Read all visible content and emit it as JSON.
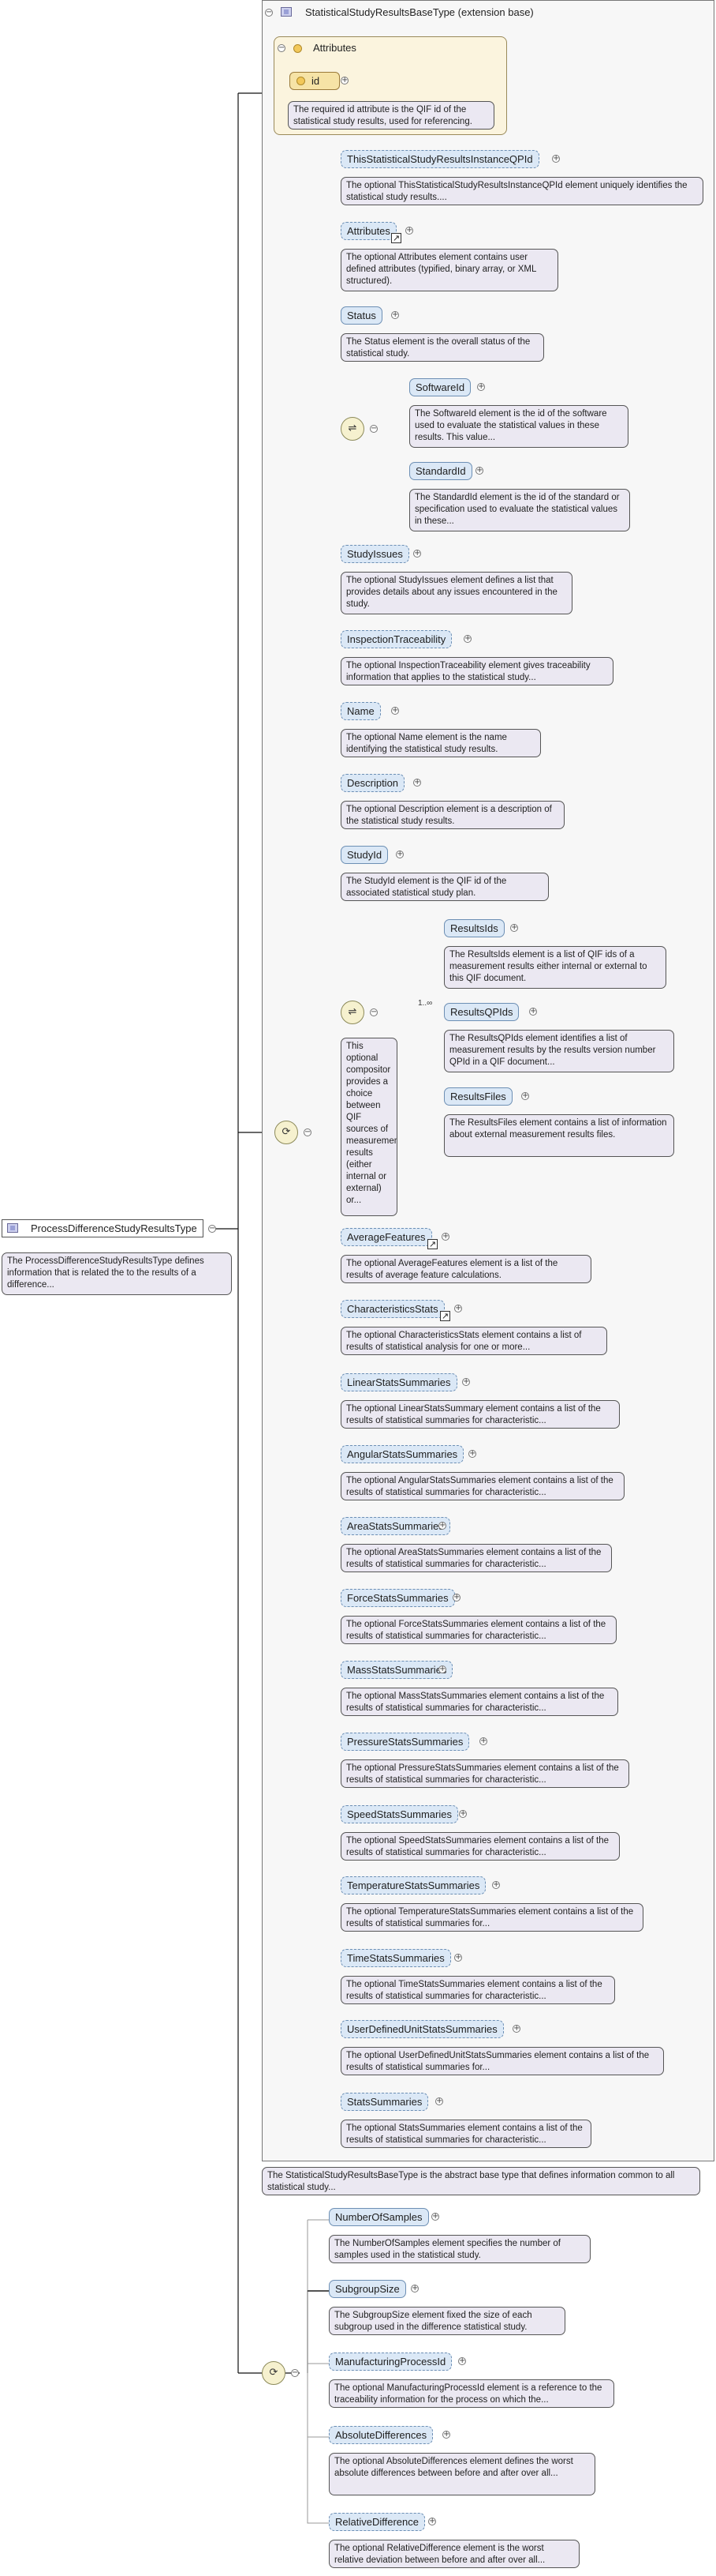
{
  "root": {
    "name": "ProcessDifferenceStudyResultsType",
    "desc": "The ProcessDifferenceStudyResultsType defines information that is related the to the results of a difference..."
  },
  "ext": {
    "title": "StatisticalStudyResultsBaseType (extension base)",
    "bottom_desc": "The StatisticalStudyResultsBaseType is the abstract base type that defines information common to all statistical study..."
  },
  "attributes": {
    "title": "Attributes",
    "id_label": "id",
    "id_desc": "The required id attribute is the QIF id of the statistical study results, used for referencing."
  },
  "choice": {
    "mult": "1..∞"
  },
  "elements": [
    {
      "name": "ThisStatisticalStudyResultsInstanceQPId",
      "desc": "The optional ThisStatisticalStudyResultsInstanceQPId element uniquely identifies the statistical study results...."
    },
    {
      "name": "Attributes",
      "desc": "The optional Attributes element contains user defined attributes (typified, binary array, or XML structured)."
    },
    {
      "name": "Status",
      "desc": "The Status element is the overall status of the statistical study."
    },
    {
      "name": "SoftwareId",
      "desc": "The SoftwareId element is the id of the software used to evaluate the statistical values in these results. This value..."
    },
    {
      "name": "StandardId",
      "desc": "The StandardId element is the id of the standard or specification used to evaluate the statistical values in these..."
    },
    {
      "name": "StudyIssues",
      "desc": "The optional StudyIssues element defines a list that provides details about any issues encountered in the study."
    },
    {
      "name": "InspectionTraceability",
      "desc": "The optional InspectionTraceability element gives traceability information that applies to the statistical study..."
    },
    {
      "name": "Name",
      "desc": "The optional Name element is the name identifying the statistical study results."
    },
    {
      "name": "Description",
      "desc": "The optional Description element is a description of the statistical study results."
    },
    {
      "name": "StudyId",
      "desc": "The StudyId element is the QIF id of the associated statistical study plan."
    },
    {
      "name": "ResultsIds",
      "desc": "The ResultsIds element is a list of QIF ids of a measurement results either internal or external to this QIF document."
    },
    {
      "name": "ResultsQPIds",
      "desc": "The ResultsQPIds element identifies a list of measurement results by the results version number QPId in a QIF document..."
    },
    {
      "name": "ResultsFiles",
      "desc": "The ResultsFiles element contains a list of information about external measurement results files."
    },
    {
      "name": "AverageFeatures",
      "desc": "The optional AverageFeatures element is a list of the results of average feature calculations."
    },
    {
      "name": "CharacteristicsStats",
      "desc": "The optional CharacteristicsStats element contains a list of results of statistical analysis for one or more..."
    },
    {
      "name": "LinearStatsSummaries",
      "desc": "The optional LinearStatsSummary element contains a list of the results of statistical summaries for characteristic..."
    },
    {
      "name": "AngularStatsSummaries",
      "desc": "The optional AngularStatsSummaries element contains a list of the results of statistical summaries for characteristic..."
    },
    {
      "name": "AreaStatsSummaries",
      "desc": "The optional AreaStatsSummaries element contains a list of the results of statistical summaries for characteristic..."
    },
    {
      "name": "ForceStatsSummaries",
      "desc": "The optional ForceStatsSummaries element contains a list of the results of statistical summaries for characteristic..."
    },
    {
      "name": "MassStatsSummaries",
      "desc": "The optional MassStatsSummaries element contains a list of the results of statistical summaries for characteristic..."
    },
    {
      "name": "PressureStatsSummaries",
      "desc": "The optional PressureStatsSummaries element contains a list of the results of statistical summaries for characteristic..."
    },
    {
      "name": "SpeedStatsSummaries",
      "desc": "The optional SpeedStatsSummaries element contains a list of the results of statistical summaries for characteristic..."
    },
    {
      "name": "TemperatureStatsSummaries",
      "desc": "The optional TemperatureStatsSummaries element contains a list of the results of statistical summaries for..."
    },
    {
      "name": "TimeStatsSummaries",
      "desc": "The optional TimeStatsSummaries element contains a list of the results of statistical summaries for characteristic..."
    },
    {
      "name": "UserDefinedUnitStatsSummaries",
      "desc": "The optional UserDefinedUnitStatsSummaries element contains a list of the results of statistical summaries for..."
    },
    {
      "name": "StatsSummaries",
      "desc": "The optional StatsSummaries element contains a list of the results of statistical summaries for characteristic..."
    },
    {
      "name": "NumberOfSamples",
      "desc": "The NumberOfSamples element specifies the number of samples used in the statistical study."
    },
    {
      "name": "SubgroupSize",
      "desc": "The SubgroupSize element fixed the size of each subgroup used in the difference statistical study."
    },
    {
      "name": "ManufacturingProcessId",
      "desc": "The optional ManufacturingProcessId element is a reference to the traceability information for the process on which the..."
    },
    {
      "name": "AbsoluteDifferences",
      "desc": "The optional AbsoluteDifferences element defines the worst absolute differences between before and after over all..."
    },
    {
      "name": "RelativeDifference",
      "desc": "The optional RelativeDifference element is the worst relative deviation between before and after over all..."
    }
  ],
  "choice_desc": "This optional compositor provides a choice between QIF sources of measurement results (either internal or external) or..."
}
